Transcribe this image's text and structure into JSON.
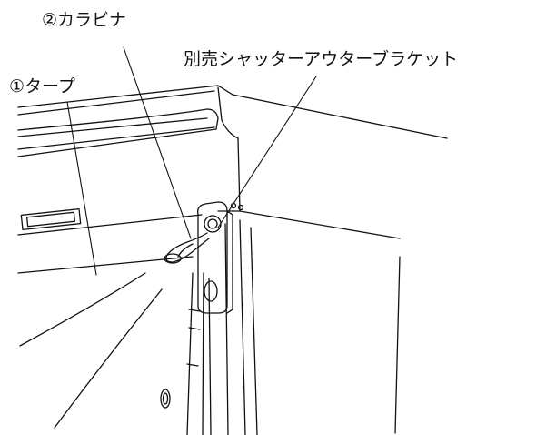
{
  "labels": {
    "tarp": "①タープ",
    "carabiner": "②カラビナ",
    "bracket": "別売シャッターアウターブラケット"
  },
  "colors": {
    "line": "#111111",
    "background": "#ffffff"
  }
}
